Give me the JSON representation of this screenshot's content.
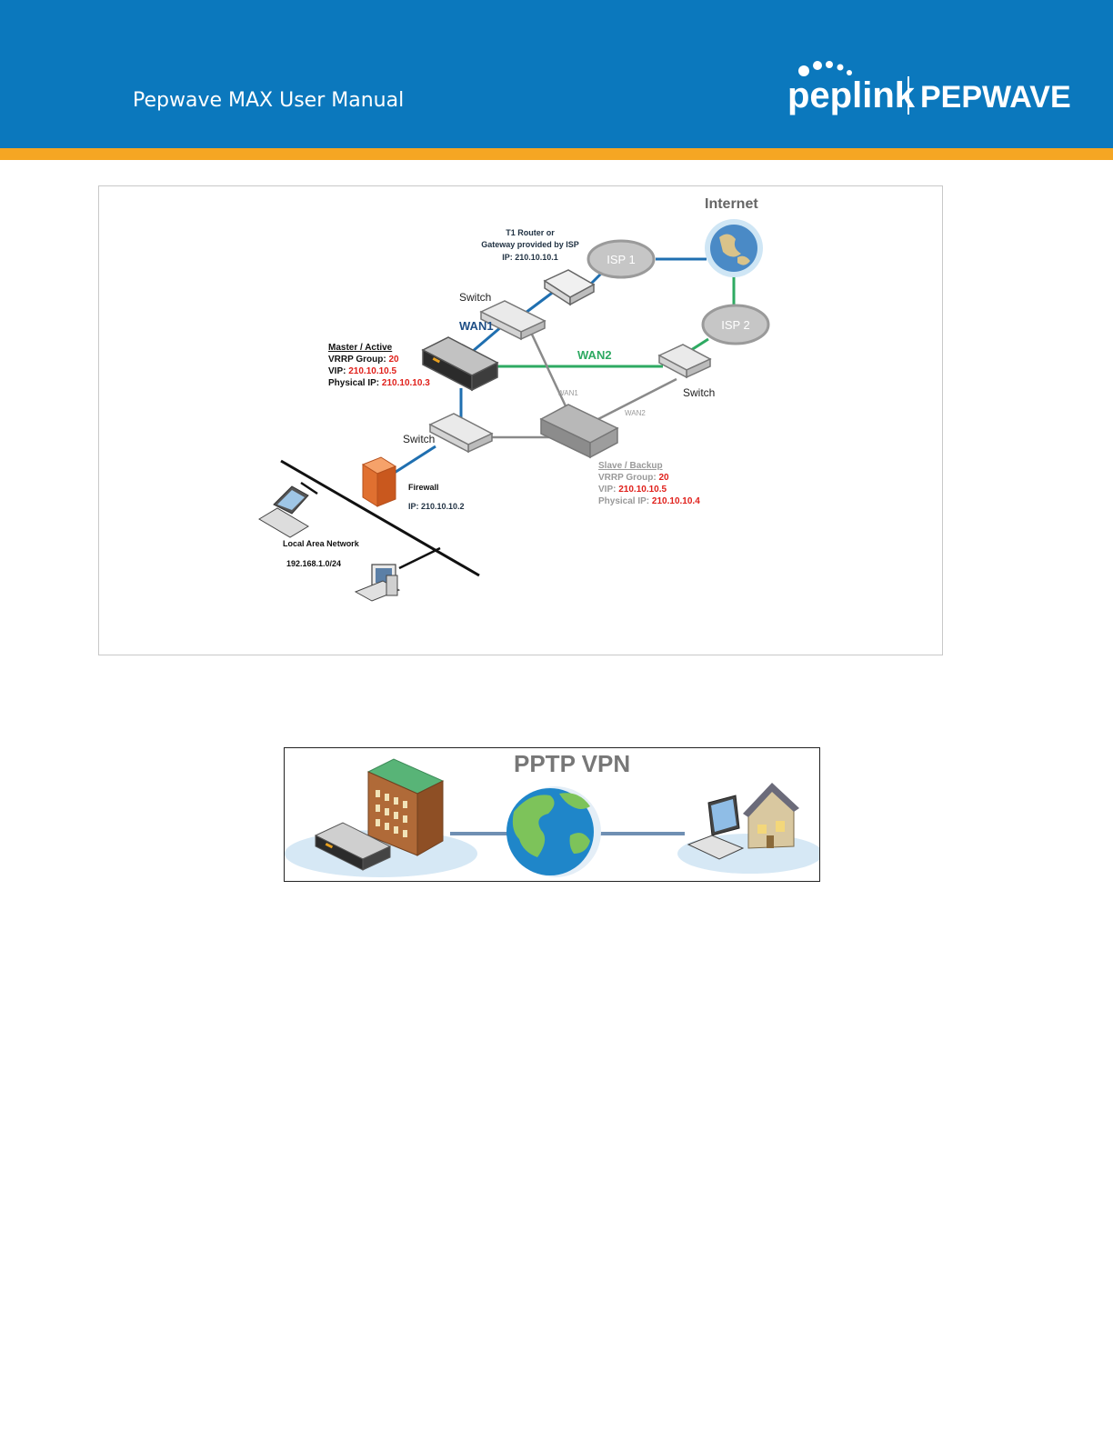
{
  "header": {
    "title": "Pepwave MAX User Manual",
    "brand_left": "peplink",
    "brand_right": "PEPWAVE",
    "colors": {
      "bar": "#0b78bd",
      "stripe": "#f5a623"
    }
  },
  "vrrp_diagram": {
    "internet": "Internet",
    "isp1": "ISP 1",
    "isp2": "ISP 2",
    "t1_router": {
      "line1": "T1 Router or",
      "line2": "Gateway provided by ISP",
      "line3": "IP: 210.10.10.1"
    },
    "switch_top": "Switch",
    "switch_right": "Switch",
    "switch_bottom": "Switch",
    "wan1_blue": "WAN1",
    "wan2_green": "WAN2",
    "wan1_gray": "WAN1",
    "wan2_gray": "WAN2",
    "master": {
      "title": "Master / Active",
      "vrrp_label": "VRRP Group: ",
      "vrrp_value": "20",
      "vip_label": "VIP: ",
      "vip_value": "210.10.10.5",
      "pip_label": "Physical IP: ",
      "pip_value": "210.10.10.3"
    },
    "slave": {
      "title": "Slave / Backup",
      "vrrp_label": "VRRP Group: ",
      "vrrp_value": "20",
      "vip_label": "VIP: ",
      "vip_value": "210.10.10.5",
      "pip_label": "Physical IP: ",
      "pip_value": "210.10.10.4"
    },
    "firewall": {
      "label": "Firewall",
      "ip": "IP: 210.10.10.2"
    },
    "lan": {
      "label": "Local Area Network",
      "subnet": "192.168.1.0/24"
    },
    "colors": {
      "wan1": "#1f6fb0",
      "wan2": "#2eaa62",
      "gray": "#8a8a8a",
      "red": "#e0201b"
    }
  },
  "pptp_diagram": {
    "title": "PPTP VPN"
  }
}
